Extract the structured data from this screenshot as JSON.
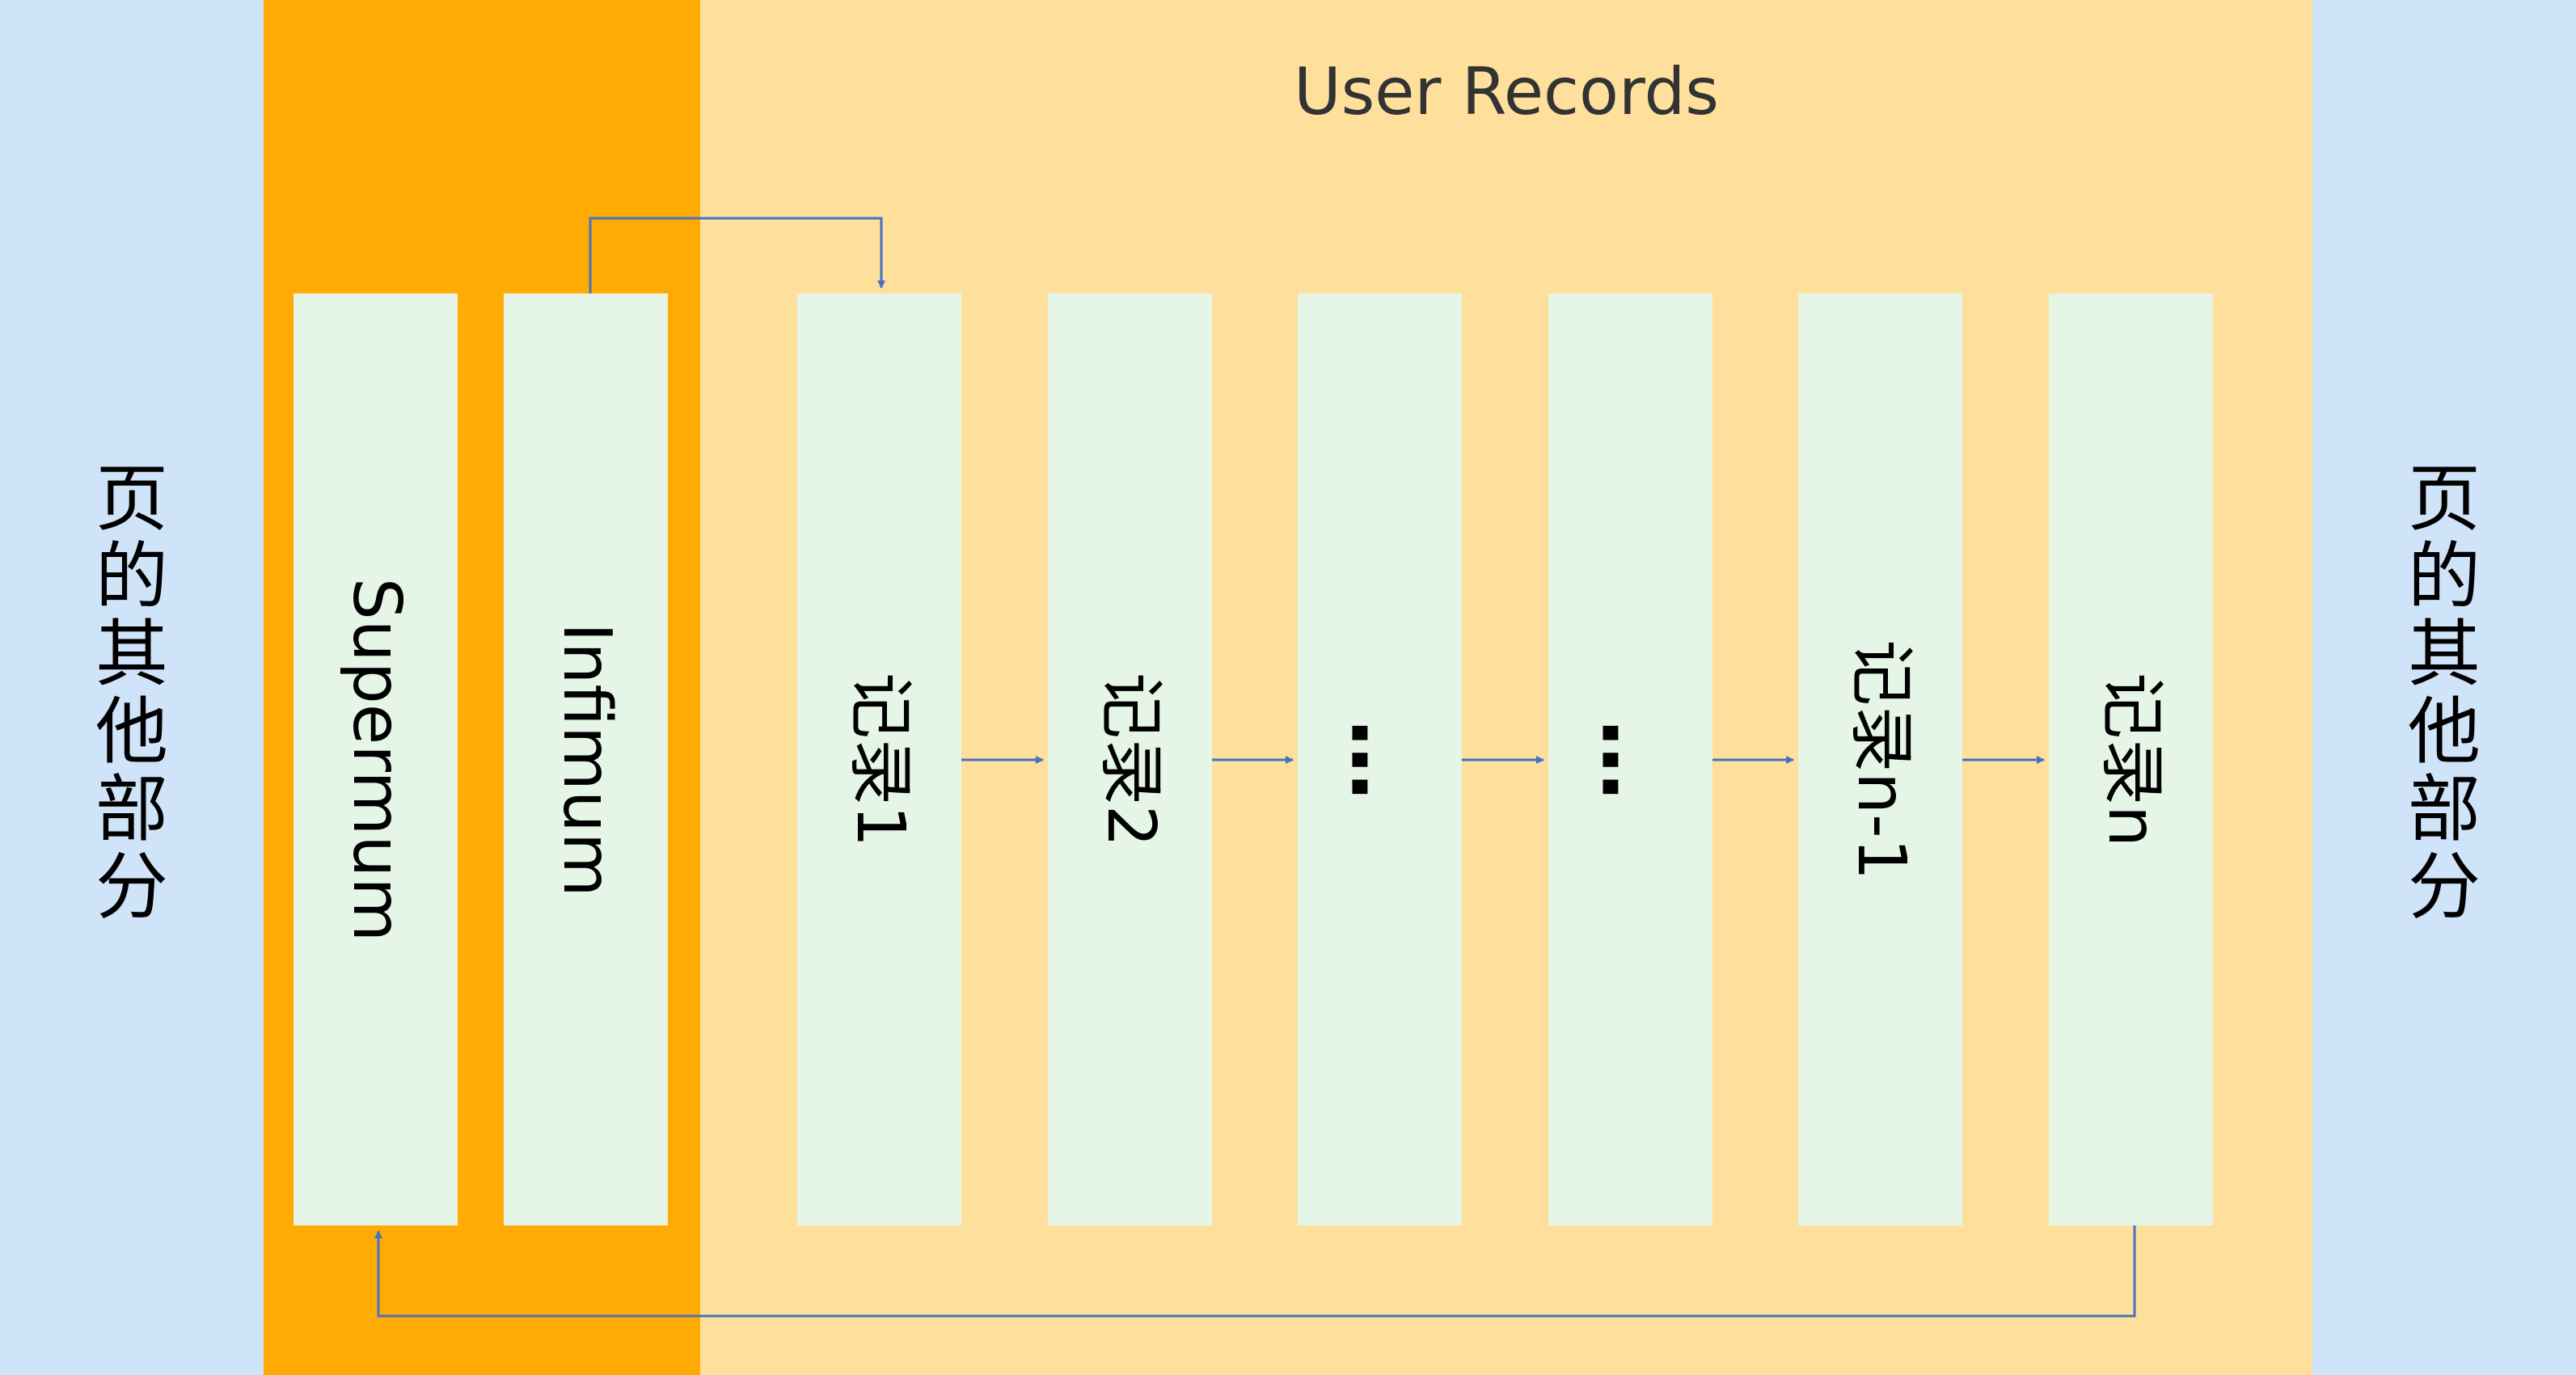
{
  "left_label": [
    "页",
    "的",
    "其",
    "他",
    "部",
    "分"
  ],
  "right_label": [
    "页",
    "的",
    "其",
    "他",
    "部",
    "分"
  ],
  "user_records_title": "User Records",
  "boxes": {
    "supermum": "Supermum",
    "infimum": "Infimum",
    "record_1": "记录1",
    "record_2": "记录2",
    "ellipsis_1": "…",
    "ellipsis_2": "…",
    "record_n_minus_1": "记录n-1",
    "record_n": "记录n"
  },
  "colors": {
    "outer": "#cfe3f9",
    "system_region": "#ffab03",
    "user_region": "#ffdf9c",
    "record_box": "#e5f5e6",
    "arrow": "#4472c4"
  }
}
